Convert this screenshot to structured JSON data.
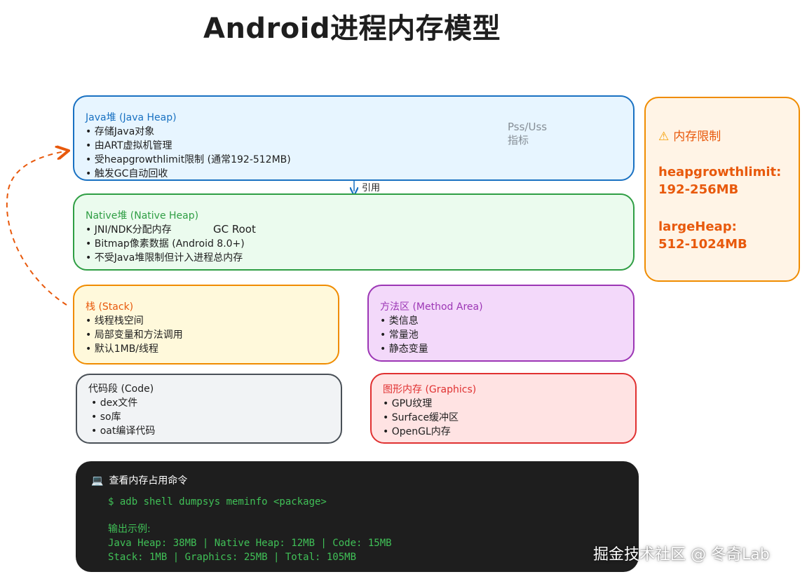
{
  "title": "Android进程内存模型",
  "java_heap": {
    "head": "Java堆 (Java Heap)",
    "items": [
      "存储Java对象",
      "由ART虚拟机管理",
      "受heapgrowthlimit限制 (通常192-512MB)",
      "触发GC自动回收"
    ],
    "note": "Pss/Uss\n指标"
  },
  "reference_label": "引用",
  "native_heap": {
    "head": "Native堆 (Native Heap)",
    "items": [
      "JNI/NDK分配内存",
      "Bitmap像素数据 (Android 8.0+)",
      "不受Java堆限制但计入进程总内存"
    ],
    "note": "GC Root"
  },
  "stack": {
    "head": "栈 (Stack)",
    "items": [
      "线程栈空间",
      "局部变量和方法调用",
      "默认1MB/线程"
    ]
  },
  "method_area": {
    "head": "方法区 (Method Area)",
    "items": [
      "类信息",
      "常量池",
      "静态变量"
    ]
  },
  "code_segment": {
    "head": "代码段 (Code)",
    "items": [
      "dex文件",
      "so库",
      "oat编译代码"
    ]
  },
  "graphics": {
    "head": "图形内存 (Graphics)",
    "items": [
      "GPU纹理",
      "Surface缓冲区",
      "OpenGL内存"
    ]
  },
  "memory_limit": {
    "icon": "warning-icon",
    "head": "内存限制",
    "values": [
      "heapgrowthlimit:\n192-256MB",
      "largeHeap:\n512-1024MB"
    ]
  },
  "command": {
    "icon": "laptop-icon",
    "head": "查看内存占用命令",
    "cmd": "$ adb shell dumpsys meminfo <package>",
    "sample_label": "输出示例:",
    "sample_lines": [
      "Java Heap: 38MB | Native Heap: 12MB | Code: 15MB",
      "Stack: 1MB | Graphics: 25MB | Total: 105MB"
    ]
  },
  "watermark": "掘金技术社区 @ 冬奇Lab",
  "colors": {
    "java": "#1971c2",
    "native": "#2f9e44",
    "stack": "#f08c00",
    "method": "#9c36b5",
    "graphics": "#e03131",
    "code": "#495057"
  }
}
